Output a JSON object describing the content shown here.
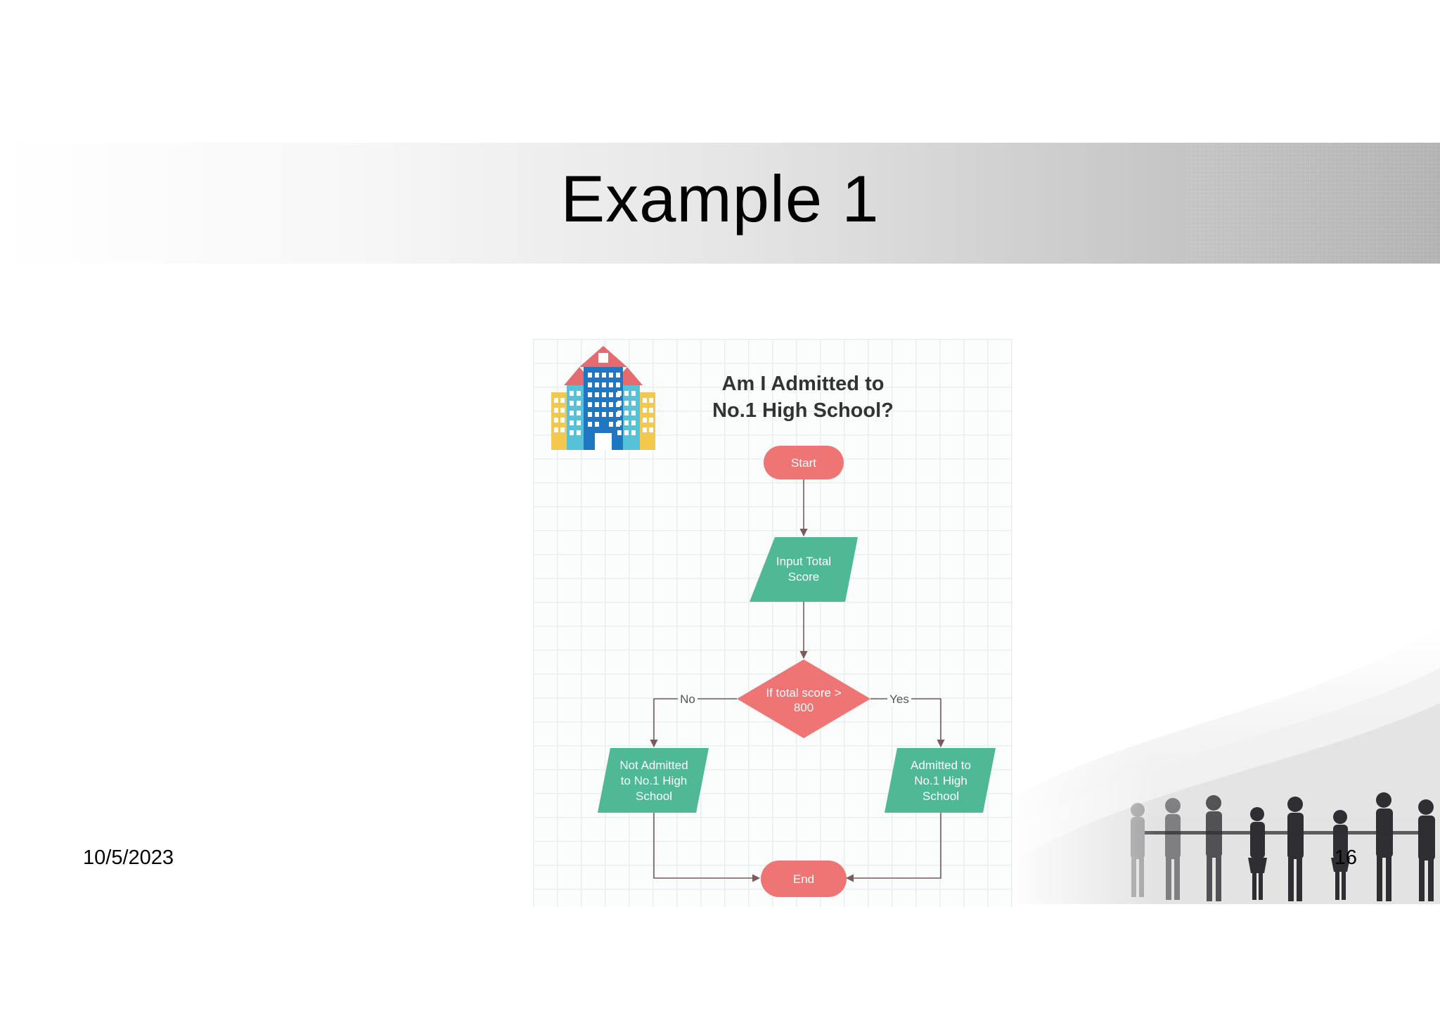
{
  "slide": {
    "title": "Example 1",
    "date": "10/5/2023",
    "page_number": "16"
  },
  "diagram": {
    "title_line1": "Am I Admitted to",
    "title_line2": "No.1 High School?",
    "nodes": {
      "start": "Start",
      "input_line1": "Input Total",
      "input_line2": "Score",
      "decision_line1": "If total score >",
      "decision_line2": "800",
      "not_admitted_line1": "Not Admitted",
      "not_admitted_line2": "to No.1 High",
      "not_admitted_line3": "School",
      "admitted_line1": "Admitted to",
      "admitted_line2": "No.1 High",
      "admitted_line3": "School",
      "end": "End"
    },
    "edges": {
      "no_label": "No",
      "yes_label": "Yes"
    },
    "colors": {
      "terminal": "#ee7574",
      "io": "#4fb895",
      "decision": "#ee7574",
      "connector": "#7a5a5a"
    }
  }
}
